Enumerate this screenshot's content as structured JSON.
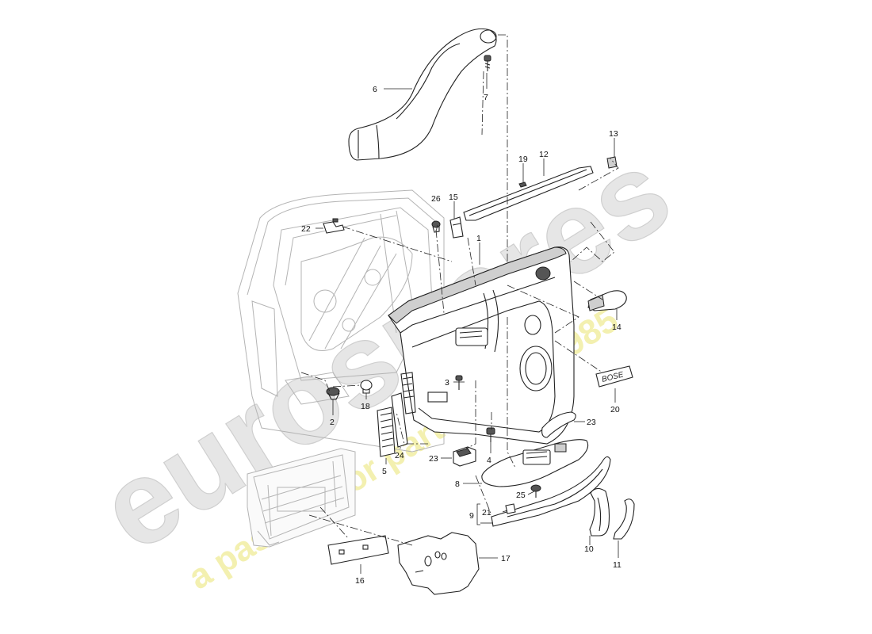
{
  "callouts": [
    {
      "id": "c1",
      "text": "1"
    },
    {
      "id": "c2",
      "text": "2"
    },
    {
      "id": "c3",
      "text": "3"
    },
    {
      "id": "c4",
      "text": "4"
    },
    {
      "id": "c5",
      "text": "5"
    },
    {
      "id": "c6",
      "text": "6"
    },
    {
      "id": "c7",
      "text": "7"
    },
    {
      "id": "c8",
      "text": "8"
    },
    {
      "id": "c9",
      "text": "9"
    },
    {
      "id": "c10",
      "text": "10"
    },
    {
      "id": "c11",
      "text": "11"
    },
    {
      "id": "c12",
      "text": "12"
    },
    {
      "id": "c13",
      "text": "13"
    },
    {
      "id": "c14",
      "text": "14"
    },
    {
      "id": "c15",
      "text": "15"
    },
    {
      "id": "c16",
      "text": "16"
    },
    {
      "id": "c17",
      "text": "17"
    },
    {
      "id": "c18",
      "text": "18"
    },
    {
      "id": "c19",
      "text": "19"
    },
    {
      "id": "c20",
      "text": "20"
    },
    {
      "id": "c21",
      "text": "21"
    },
    {
      "id": "c22",
      "text": "22"
    },
    {
      "id": "c23a",
      "text": "23"
    },
    {
      "id": "c23b",
      "text": "23"
    },
    {
      "id": "c24",
      "text": "24"
    },
    {
      "id": "c25",
      "text": "25"
    },
    {
      "id": "c26",
      "text": "26"
    }
  ],
  "watermark": {
    "brand": "eurospares",
    "tagline": "a passion for parts since 1985",
    "brand_color": "#e6e6e6",
    "tagline_color": "#f3f0b0"
  },
  "badge_text": "BOSE"
}
